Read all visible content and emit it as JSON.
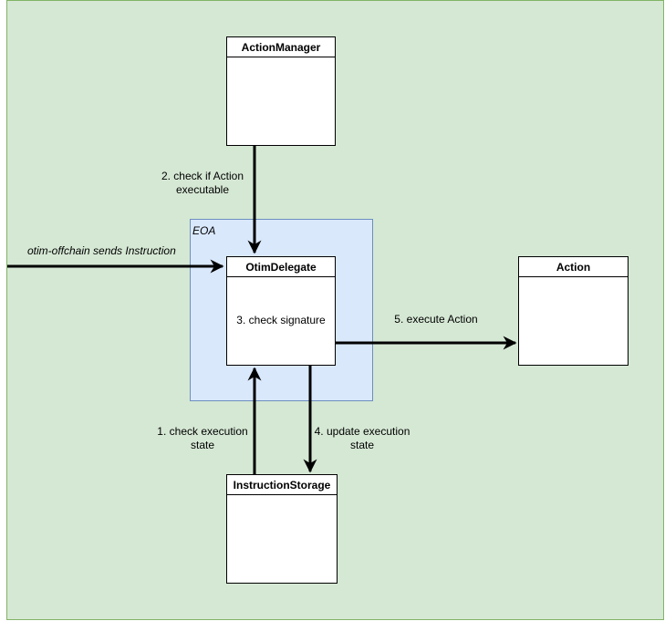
{
  "container": {
    "eoa_label": "EOA"
  },
  "boxes": {
    "action_manager": "ActionManager",
    "otim_delegate": "OtimDelegate",
    "otim_delegate_body": "3. check signature",
    "action": "Action",
    "instruction_storage": "InstructionStorage"
  },
  "edges": {
    "incoming": "otim-offchain sends Instruction",
    "check_action_line1": "2. check if Action",
    "check_action_line2": "executable",
    "execute_action": "5. execute Action",
    "check_state_line1": "1. check execution",
    "check_state_line2": "state",
    "update_state_line1": "4. update execution",
    "update_state_line2": "state"
  },
  "colors": {
    "canvas_fill": "#d5e8d4",
    "canvas_stroke": "#82b366",
    "eoa_fill": "#dae8fc",
    "eoa_stroke": "#6c8ebf"
  }
}
